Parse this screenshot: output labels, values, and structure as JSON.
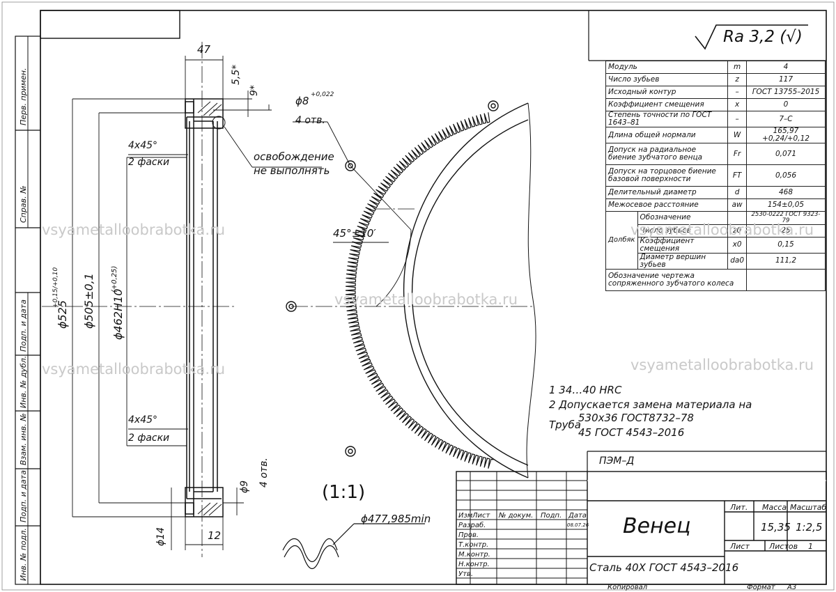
{
  "roughness": "Ra 3,2 (√)",
  "params_table": [
    {
      "name": "Модуль",
      "sym": "m",
      "val": "4"
    },
    {
      "name": "Число зубьев",
      "sym": "z",
      "val": "117"
    },
    {
      "name": "Исходный контур",
      "sym": "–",
      "val": "ГОСТ 13755–2015"
    },
    {
      "name": "Коэффициент смещения",
      "sym": "x",
      "val": "0"
    },
    {
      "name": "Степень точности по ГОСТ 1643–81",
      "sym": "–",
      "val": "7–С"
    },
    {
      "name": "Длина общей нормали",
      "sym": "W",
      "val": "165,97 +0,24/+0,12"
    },
    {
      "name": "Допуск на радиальное биение зубчатого венца",
      "sym": "Fr",
      "val": "0,071"
    },
    {
      "name": "Допуск на торцовое биение базовой поверхности",
      "sym": "FT",
      "val": "0,056"
    },
    {
      "name": "Делительный диаметр",
      "sym": "d",
      "val": "468"
    },
    {
      "name": "Межосевое расстояние",
      "sym": "aw",
      "val": "154±0,05"
    }
  ],
  "mate": {
    "label": "Долбяк",
    "rows": [
      {
        "name": "Обозначение",
        "sym": "",
        "val": "2530-0222 ГОСТ 9323-79"
      },
      {
        "name": "Число зубьев",
        "sym": "z0",
        "val": "25"
      },
      {
        "name": "Коэффициент смещения",
        "sym": "x0",
        "val": "0,15"
      },
      {
        "name": "Диаметр вершин зубьев",
        "sym": "da0",
        "val": "111,2"
      }
    ],
    "mating_label": "Обозначение чертежа сопряженного зубчатого колеса"
  },
  "dims": {
    "d47": "47",
    "d55": "5,5*",
    "d9": "9*",
    "chamfer1": "4x45°",
    "chamfer1b": "2 фаски",
    "chamfer2": "4x45°",
    "chamfer2b": "2 фаски",
    "dia525": "ϕ525",
    "dia525_tol": "+0,15/+0,10",
    "dia505": "ϕ505±0,1",
    "dia462": "ϕ462H10",
    "dia462_tol": "(+0,25)",
    "d14": "ϕ14",
    "d12": "12",
    "d9h": "ϕ9",
    "d9h_count": "4 отв.",
    "hole8": "ϕ8",
    "hole8_tol": "+0,022",
    "hole8_count": "4 отв.",
    "release1": "освобождение",
    "release2": "не выполнять",
    "angle": "45°±10′",
    "scale": "(1:1)",
    "dmin": "ϕ477,985min"
  },
  "notes": [
    "1 34…40 HRC",
    "2 Допускается    замена    материала    на",
    "530х36 ГОСТ8732–78",
    "Труба",
    "45 ГОСТ 4543–2016"
  ],
  "title_block": {
    "code": "ПЭМ–Д",
    "name": "Венец",
    "material": "Сталь 40Х ГОСТ 4543–2016",
    "lit": "Лит.",
    "mass_label": "Масса",
    "scale_label": "Масштаб",
    "mass": "15,35",
    "scale": "1:2,5",
    "sheet": "Лист",
    "sheets": "Листов",
    "sheets_val": "1",
    "hdr": [
      "Изм",
      "Лист",
      "№ докум.",
      "Подп.",
      "Дата"
    ],
    "roles": [
      "Разраб.",
      "Пров.",
      "Т.контр.",
      "М.контр.",
      "Н.контр.",
      "Утв."
    ],
    "date": "08.07.26",
    "copied": "Копировал",
    "format": "Формат",
    "format_val": "А3"
  },
  "side_labels": [
    "Перв. примен.",
    "Справ. №",
    "Подп. и дата",
    "Инв. № дубл.",
    "Взам. инв. №",
    "Подп. и дата",
    "Инв. № подл."
  ],
  "watermark": "vsyametalloobrabotka.ru"
}
